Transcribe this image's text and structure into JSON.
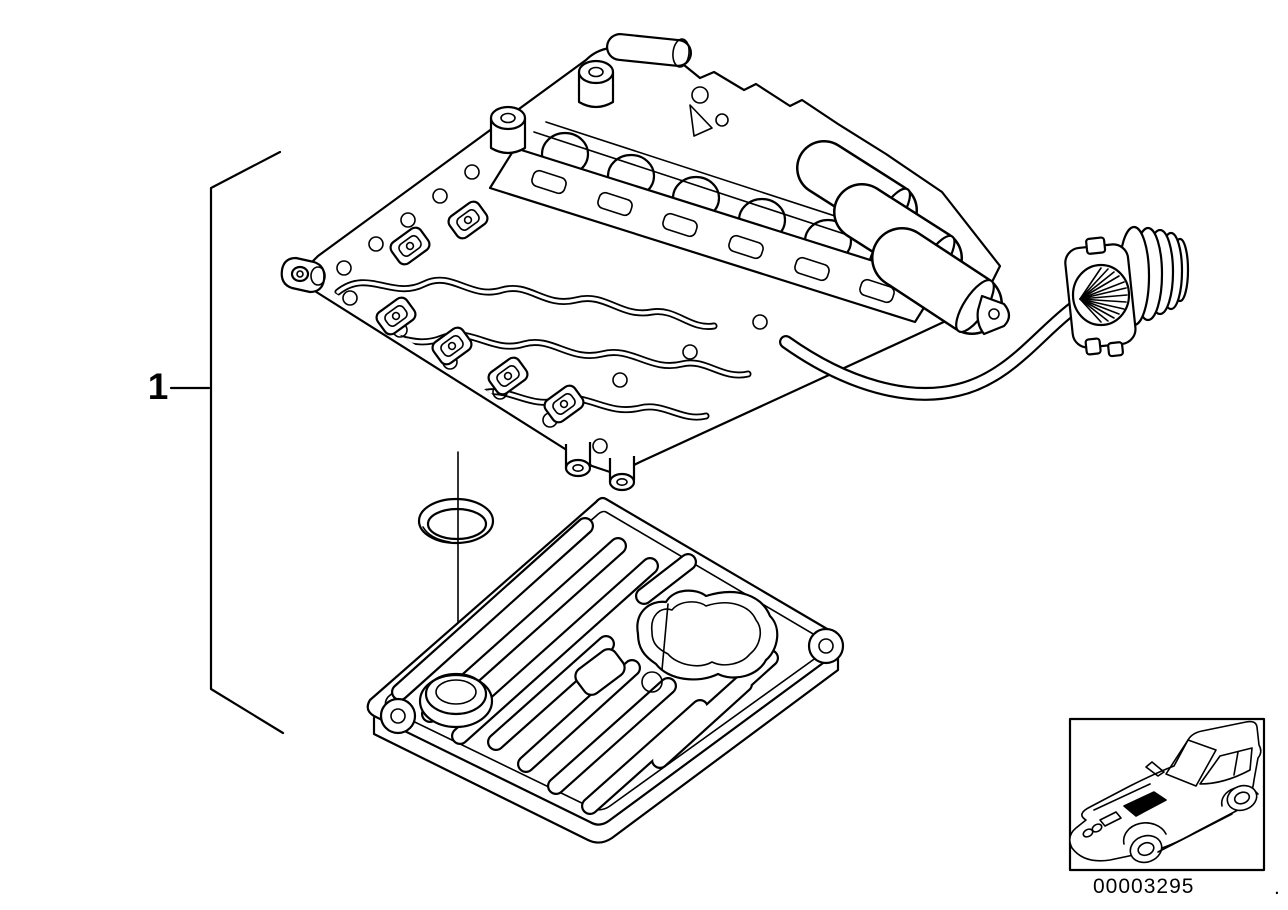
{
  "page": {
    "background_color": "#ffffff",
    "ink_color": "#000000",
    "kind": "parts-diagram"
  },
  "callout": {
    "label": "1"
  },
  "footer": {
    "image_number": "00003295",
    "stray_mark": "."
  },
  "icons": {
    "valve_body": "transmission-valve-body-drawing",
    "o_ring": "o-ring-seal-drawing",
    "oil_strainer": "oil-strainer-pan-drawing",
    "harness_connector": "round-harness-connector-drawing",
    "car_thumbnail": "car-location-thumbnail"
  }
}
